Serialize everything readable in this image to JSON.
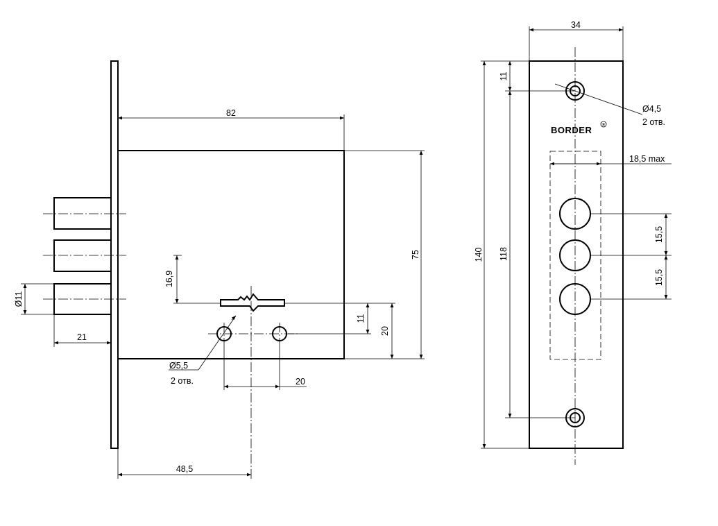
{
  "drawing": {
    "brand_logo": "BORDER",
    "registered_mark": "®",
    "front_view": {
      "dim_width_82": "82",
      "dim_height_75": "75",
      "dim_keyhole_16_9": "16,9",
      "dim_11": "11",
      "dim_20_vertical": "20",
      "dim_bolt_diameter": "Ø11",
      "dim_bolt_throw_21": "21",
      "hole_diameter": "Ø5,5",
      "hole_count": "2 отв.",
      "dim_hole_spacing_20": "20",
      "dim_backset_48_5": "48,5"
    },
    "side_view": {
      "dim_faceplate_width_34": "34",
      "dim_total_140": "140",
      "dim_between_screws_118": "118",
      "dim_screw_offset_11": "11",
      "screw_hole_diameter": "Ø4,5",
      "screw_hole_count": "2 отв.",
      "dim_18_5_max": "18,5 max",
      "dim_bolt_pitch_1": "15,5",
      "dim_bolt_pitch_2": "15,5"
    }
  }
}
